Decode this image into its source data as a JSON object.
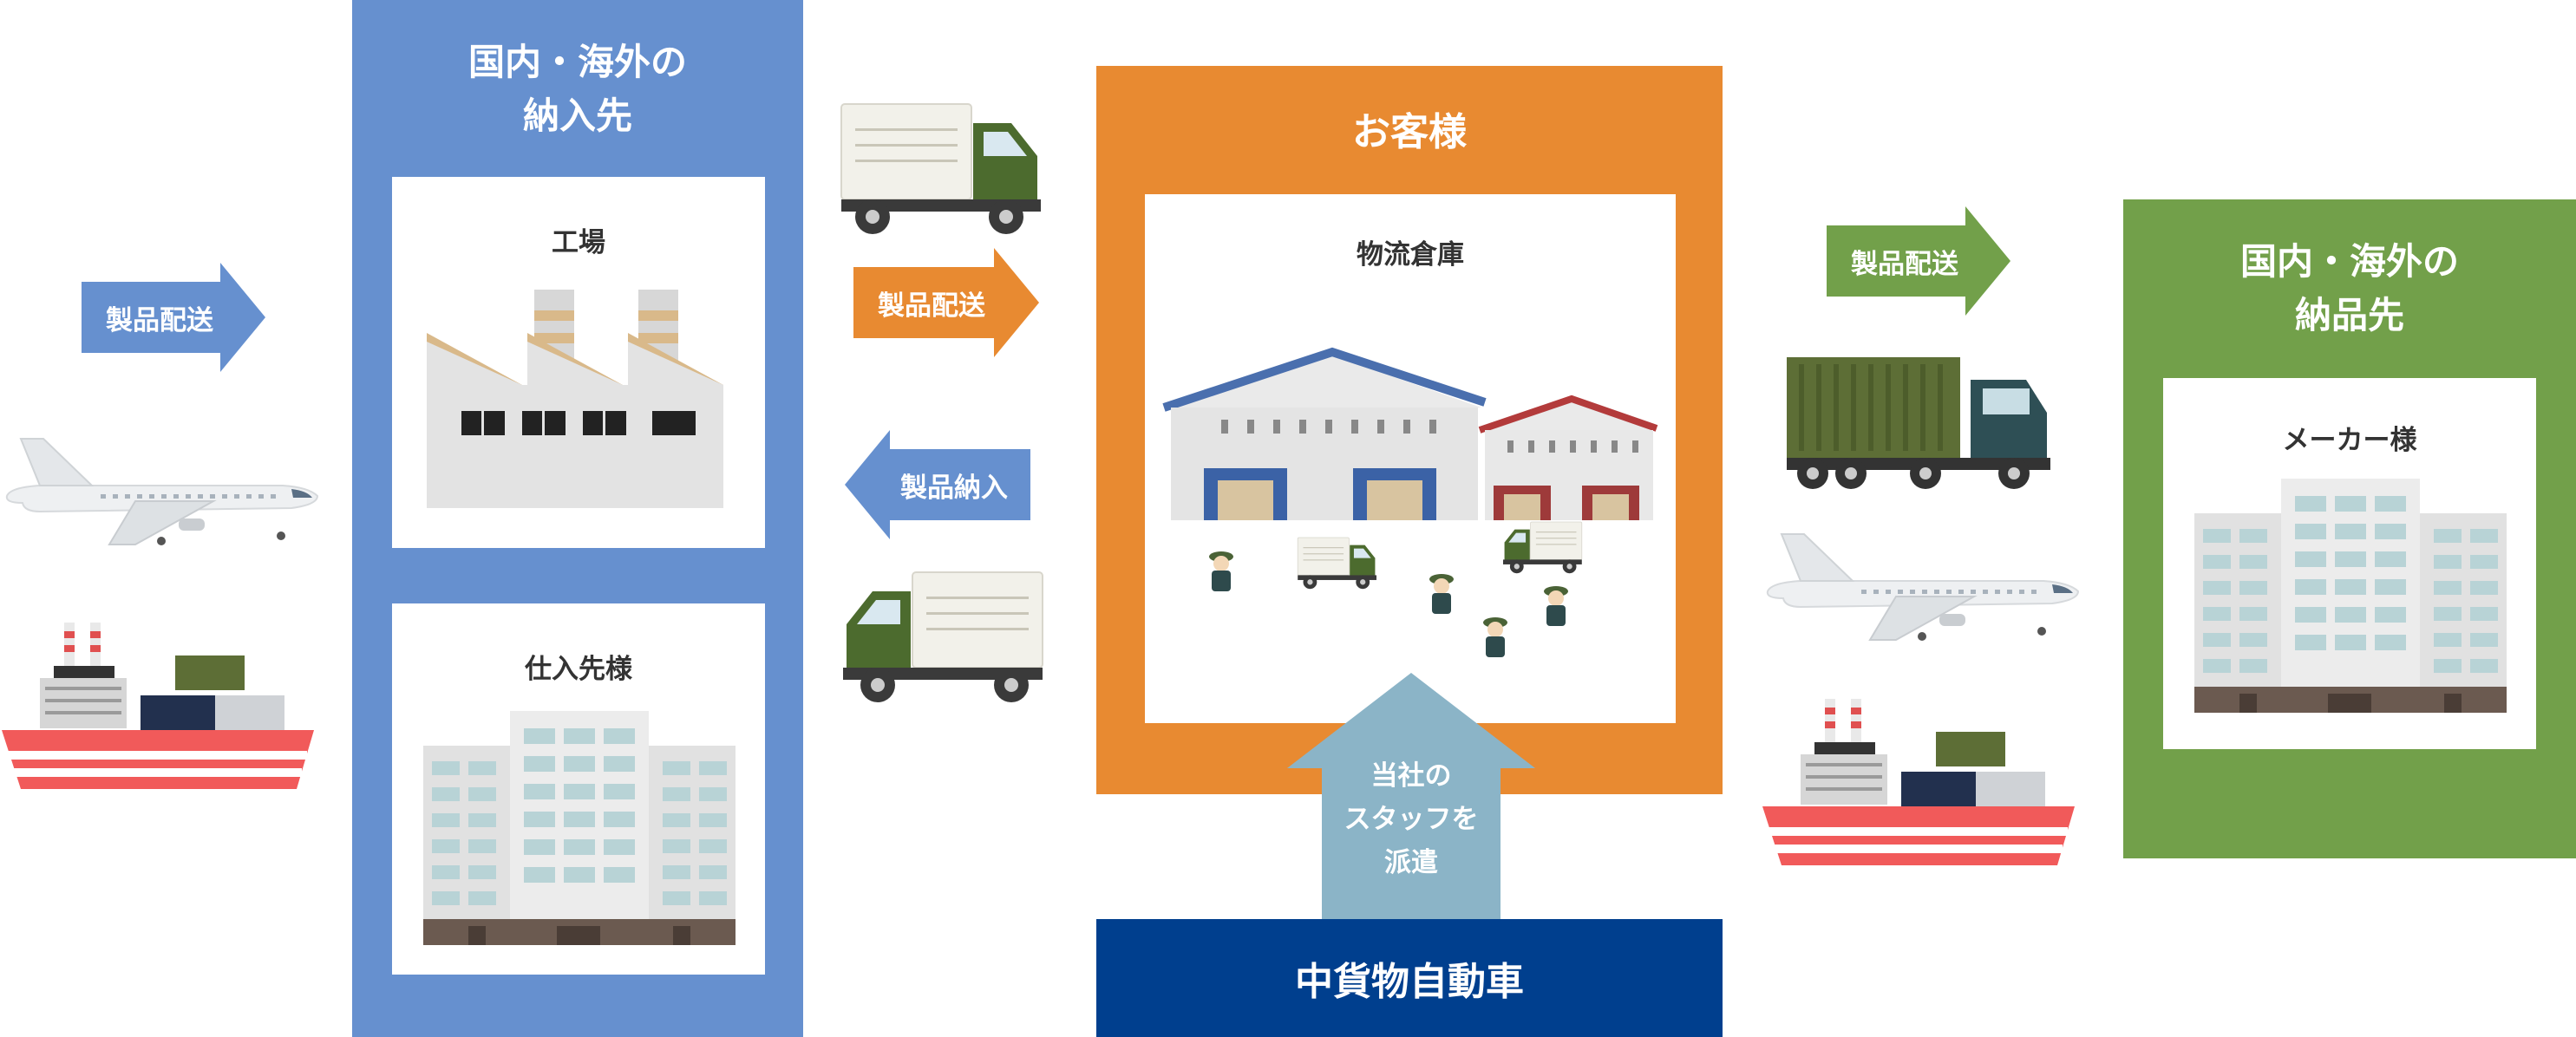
{
  "left_panel": {
    "title_line1": "国内・海外の",
    "title_line2": "納入先",
    "card1": {
      "title": "工場"
    },
    "card2": {
      "title": "仕入先様"
    },
    "color": "#6690cf"
  },
  "center_panel": {
    "title": "お客様",
    "inner_title": "物流倉庫",
    "color": "#e88a31"
  },
  "right_panel": {
    "title_line1": "国内・海外の",
    "title_line2": "納品先",
    "card": {
      "title": "メーカー様"
    },
    "color": "#72a04a"
  },
  "company_bar": {
    "label": "中貨物自動車",
    "color": "#003f8e"
  },
  "staff_arrow": {
    "line1": "当社の",
    "line2": "スタッフを",
    "line3": "派遣",
    "color": "#8bb4c7"
  },
  "arrows": {
    "left_delivery": "製品配送",
    "center_delivery": "製品配送",
    "center_return": "製品納入",
    "right_delivery": "製品配送"
  }
}
